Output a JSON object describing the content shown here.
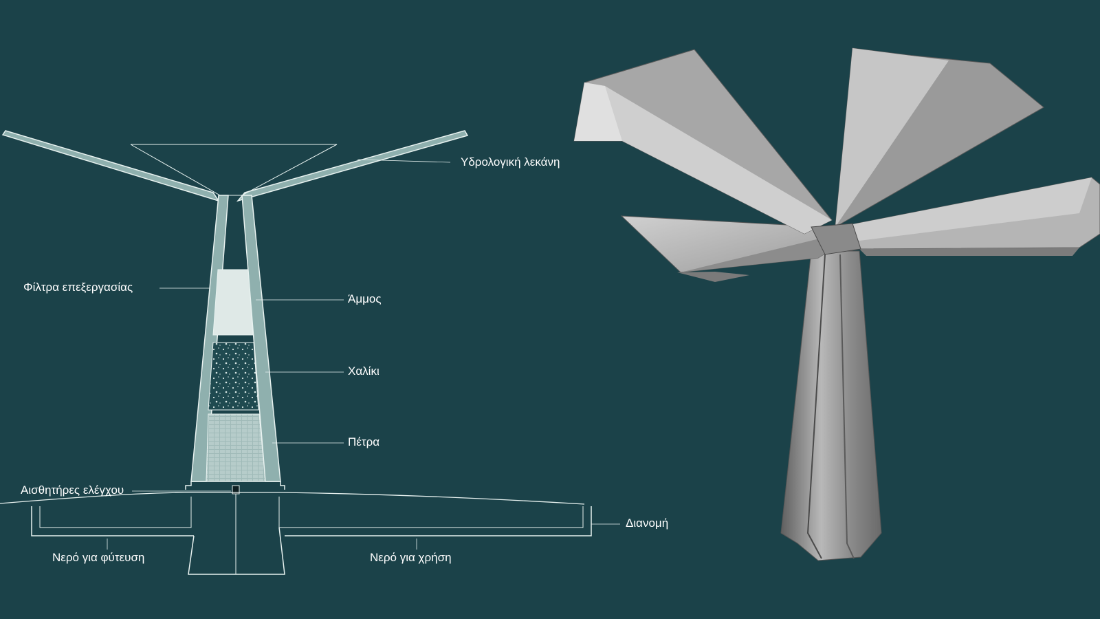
{
  "section_labels": {
    "hydrological_basin": "Υδρολογική λεκάνη",
    "treatment_filters": "Φίλτρα επεξεργασίας",
    "sand": "Άμμος",
    "gravel": "Χαλίκι",
    "stone": "Πέτρα",
    "control_sensors": "Αισθητήρες ελέγχου",
    "distribution": "Διανομή",
    "water_for_planting": "Νερό για φύτευση",
    "water_for_use": "Νερό για χρήση"
  },
  "colors": {
    "background": "#1b4249",
    "line": "#e8f2f0",
    "concrete_section": "#8fb0ae",
    "sand_fill": "#dfe9e7",
    "gravel_fill": "#1f4a50",
    "stone_fill": "#a9c2c0",
    "model_light": "#c9c9c9",
    "model_mid": "#9c9c9c",
    "model_dark": "#6e6e6e"
  }
}
